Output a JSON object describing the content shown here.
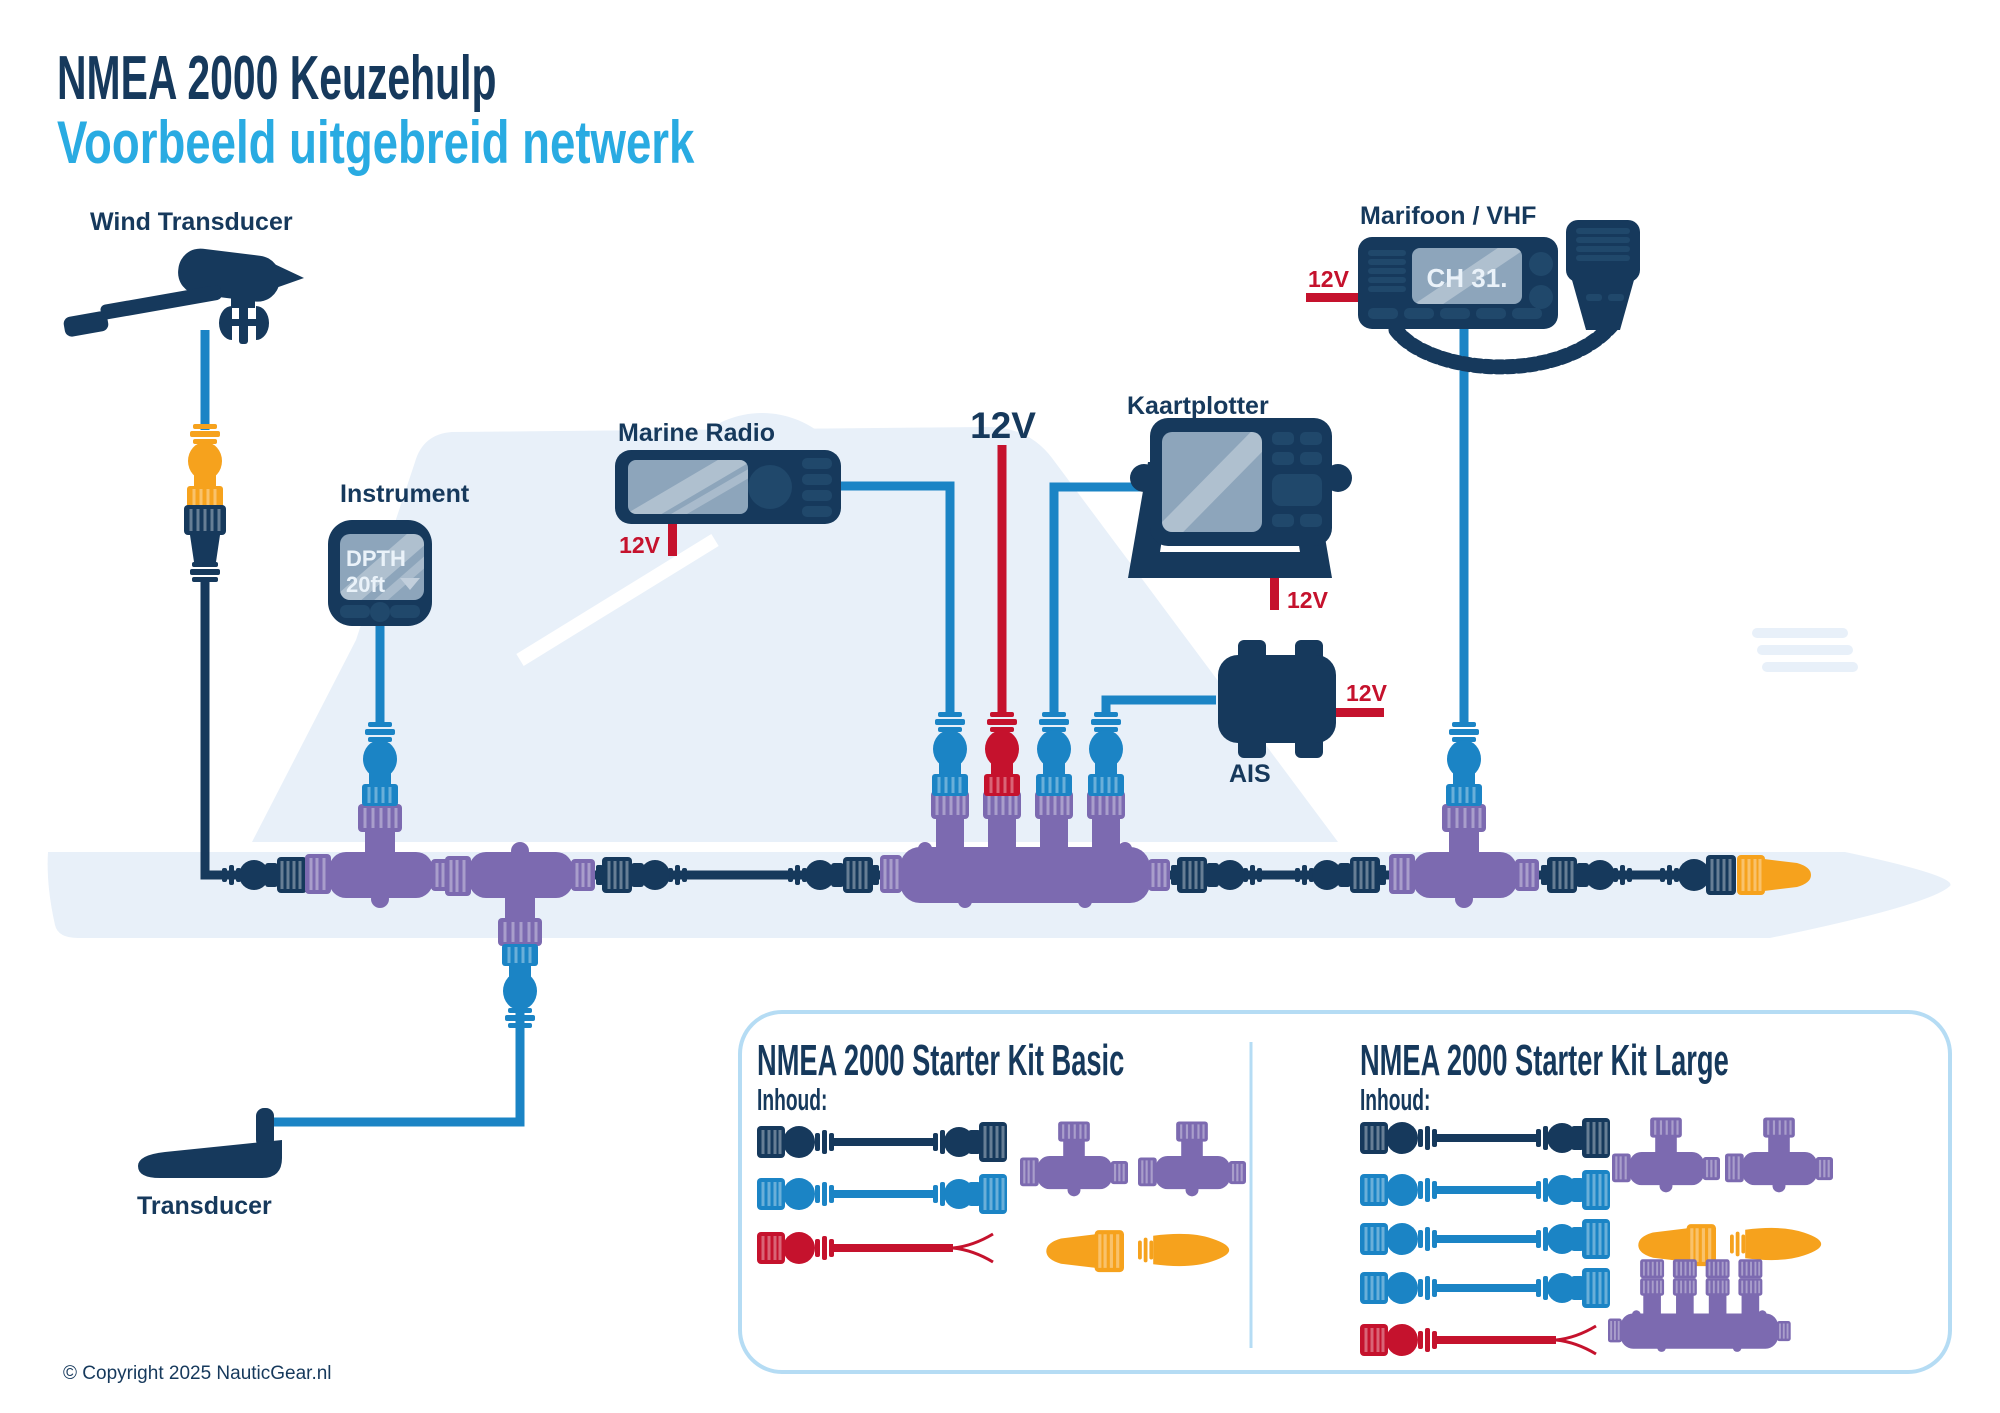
{
  "header": {
    "title_line1": "NMEA 2000 Keuzehulp",
    "title_line2": "Voorbeeld uitgebreid netwerk"
  },
  "network": {
    "wind_transducer": {
      "label": "Wind Transducer"
    },
    "instrument": {
      "label": "Instrument",
      "display_line1": "DPTH",
      "display_line2": "20ft"
    },
    "marine_radio": {
      "label": "Marine Radio",
      "power_label": "12V"
    },
    "power_feed": {
      "label": "12V"
    },
    "kaartplotter": {
      "label": "Kaartplotter",
      "power_label": "12V"
    },
    "ais": {
      "label": "AIS",
      "power_label": "12V"
    },
    "marifoon_vhf": {
      "label": "Marifoon / VHF",
      "display": "CH 31.",
      "power_label": "12V"
    },
    "transducer": {
      "label": "Transducer"
    }
  },
  "kits": {
    "basic": {
      "title": "NMEA 2000 Starter Kit Basic",
      "subtitle": "Inhoud:",
      "items": [
        "backbone-cable",
        "drop-cable",
        "power-cable",
        "t-connector",
        "t-connector",
        "terminator-female",
        "terminator-male"
      ]
    },
    "large": {
      "title": "NMEA 2000 Starter Kit Large",
      "subtitle": "Inhoud:",
      "items": [
        "backbone-cable",
        "drop-cable",
        "drop-cable",
        "drop-cable",
        "power-cable",
        "t-connector",
        "t-connector",
        "terminator-female",
        "terminator-male",
        "4-port-t-connector"
      ]
    }
  },
  "footer": {
    "copyright": "© Copyright 2025 NauticGear.nl"
  },
  "colors": {
    "navy": "#16395c",
    "blue": "#1b84c5",
    "cyan": "#29abe2",
    "purple": "#7c6ab0",
    "orange": "#f6a21d",
    "red": "#c5122d",
    "silhouette": "#e8f0f9",
    "screen": "#8da5bb",
    "panel_border": "#b5dcf4"
  }
}
